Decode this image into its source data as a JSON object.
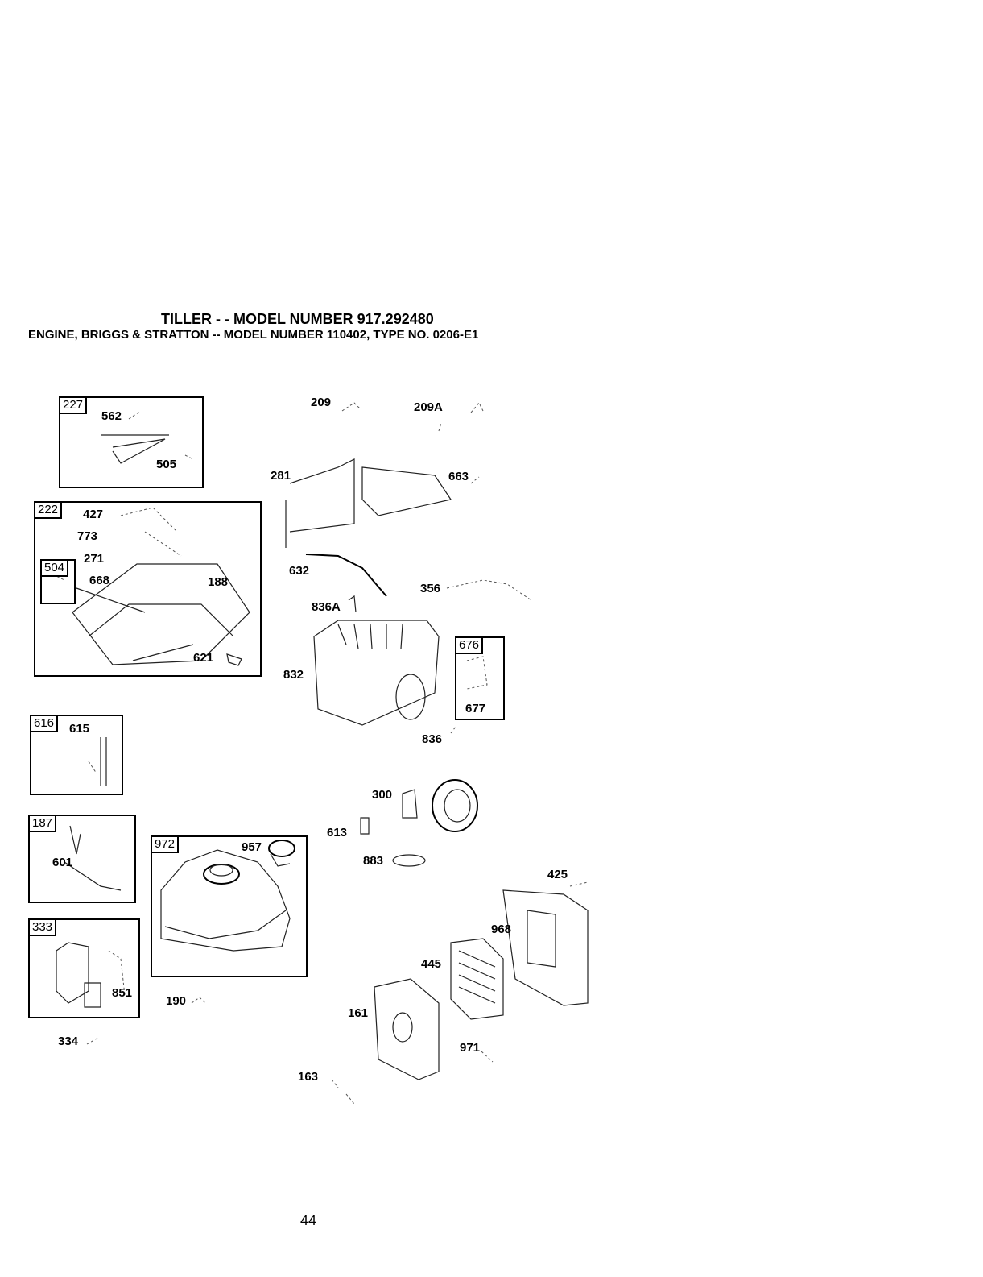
{
  "header": {
    "line1": "TILLER - - MODEL NUMBER 917.292480",
    "line2": "ENGINE, BRIGGS & STRATTON -- MODEL NUMBER 110402, TYPE NO. 0206-E1"
  },
  "boxes": {
    "b227": "227",
    "b222": "222",
    "b504": "504",
    "b616": "616",
    "b187": "187",
    "b333": "333",
    "b972": "972",
    "b676": "676"
  },
  "parts": {
    "p562": "562",
    "p505": "505",
    "p427": "427",
    "p773": "773",
    "p271": "271",
    "p668": "668",
    "p188": "188",
    "p621": "621",
    "p615": "615",
    "p601": "601",
    "p851": "851",
    "p334": "334",
    "p190": "190",
    "p957": "957",
    "p209": "209",
    "p209A": "209A",
    "p281": "281",
    "p663": "663",
    "p632": "632",
    "p356": "356",
    "p836A": "836A",
    "p832": "832",
    "p677": "677",
    "p836": "836",
    "p300": "300",
    "p613": "613",
    "p883": "883",
    "p425": "425",
    "p968": "968",
    "p445": "445",
    "p161": "161",
    "p971": "971",
    "p163": "163"
  },
  "page_number": "44"
}
